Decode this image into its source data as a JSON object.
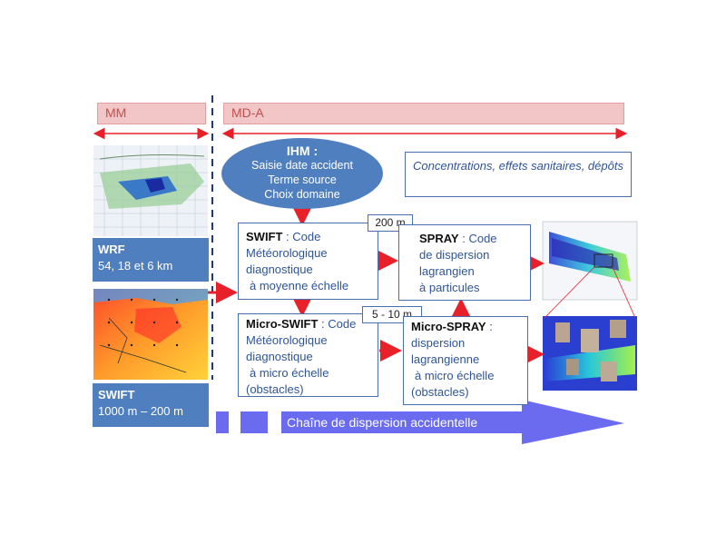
{
  "bands": {
    "mm": "MM",
    "mda": "MD-A"
  },
  "models": {
    "wrf": {
      "name": "WRF",
      "res": "54, 18 et 6 km"
    },
    "swift": {
      "name": "SWIFT",
      "res": "1000 m – 200 m"
    }
  },
  "ihm": {
    "title": "IHM :",
    "lines": [
      "Saisie date accident",
      "Terme source",
      "Choix domaine"
    ]
  },
  "note": {
    "text": "Concentrations, effets sanitaires, dépôts"
  },
  "swift_box": {
    "title": "SWIFT",
    "rest": " : Code",
    "lines": [
      "Météorologique",
      "diagnostique",
      "à moyenne échelle"
    ]
  },
  "spray_box": {
    "title": "SPRAY",
    "rest": " : Code",
    "lines": [
      "de dispersion",
      "lagrangien",
      "à particules"
    ]
  },
  "micro_swift_box": {
    "title": "Micro-SWIFT",
    "rest": " : Code",
    "lines": [
      "Météorologique",
      "diagnostique",
      "à micro échelle",
      "(obstacles)"
    ]
  },
  "micro_spray_box": {
    "title": "Micro-SPRAY",
    "rest": " :",
    "lines": [
      "dispersion",
      "lagrangienne",
      "à micro échelle",
      "(obstacles)"
    ]
  },
  "tags": {
    "t200": "200 m",
    "t5_10": "5 - 10 m"
  },
  "chain": {
    "label": "Chaîne de dispersion accidentelle"
  },
  "colors": {
    "accent_red": "#e8202a",
    "box_blue": "#4f7fbf",
    "band_pink": "#f2c6c6",
    "chain_blue": "#6b6bf0"
  }
}
